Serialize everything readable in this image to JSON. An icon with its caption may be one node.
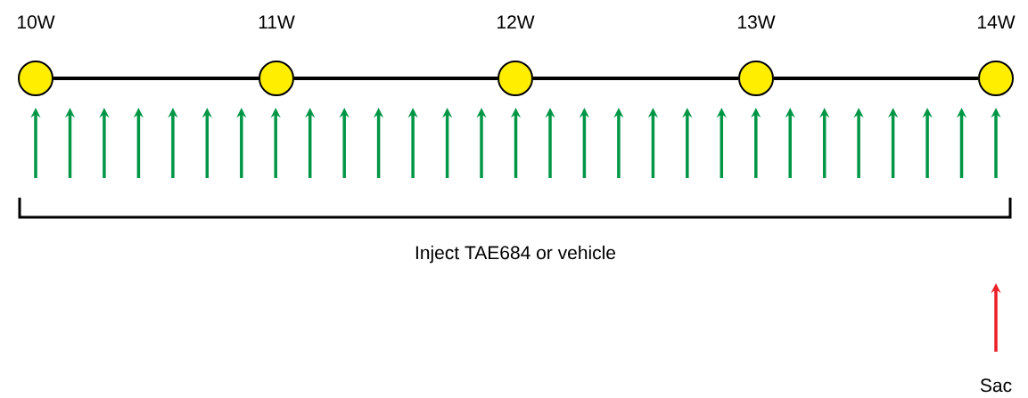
{
  "diagram": {
    "nodes": [
      {
        "text": [
          "10W"
        ]
      },
      {
        "text": [
          "11W"
        ]
      },
      {
        "text": [
          "12W"
        ]
      },
      {
        "text": [
          "13W"
        ]
      },
      {
        "text": [
          "14W"
        ]
      }
    ],
    "edges": [
      {
        "from": 0,
        "to": 1,
        "arrow": "none"
      },
      {
        "from": 1,
        "to": 2,
        "arrow": "none"
      },
      {
        "from": 2,
        "to": 3,
        "arrow": "none"
      },
      {
        "from": 3,
        "to": 4,
        "arrow": "none"
      }
    ],
    "labels": [
      "Inject TAE684 or vehicle",
      "Sac"
    ]
  }
}
